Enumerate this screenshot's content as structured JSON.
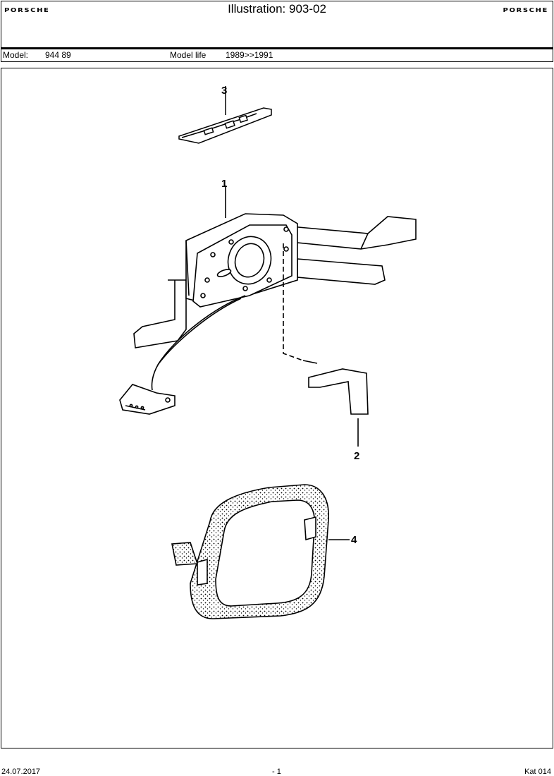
{
  "header": {
    "title": "Illustration: 903-02",
    "logo_left": "PORSCHE",
    "logo_right": "PORSCHE"
  },
  "model_bar": {
    "model_label": "Model:",
    "model_value": "944 89",
    "model_life_label": "Model life",
    "model_life_value": "1989>>1991"
  },
  "callouts": [
    "3",
    "1",
    "2",
    "4"
  ],
  "footer": {
    "date": "24.07.2017",
    "page": "- 1",
    "catalog": "Kat 014"
  }
}
